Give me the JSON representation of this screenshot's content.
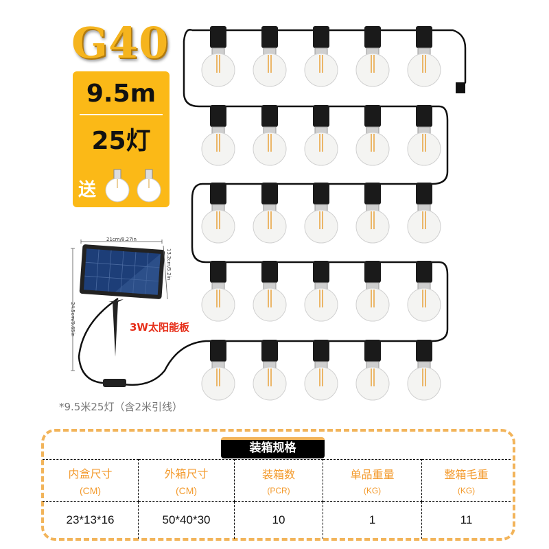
{
  "product": {
    "model": "G40",
    "length": "9.5m",
    "count": "25灯",
    "gift": "送"
  },
  "solar": {
    "label": "3W太阳能板",
    "width_dim": "21cm/8.27in",
    "height_dim": "13.2cm/5.2in",
    "total_dim": "24.5cm/9.65in"
  },
  "caption": "*9.5米25灯（含2米引线）",
  "packing": {
    "title": "装箱规格",
    "headers": [
      {
        "name": "内盒尺寸",
        "unit": "(CM)"
      },
      {
        "name": "外箱尺寸",
        "unit": "(CM)"
      },
      {
        "name": "装箱数",
        "unit": "(PCR)"
      },
      {
        "name": "单品重量",
        "unit": "(KG)"
      },
      {
        "name": "整箱毛重",
        "unit": "(KG)"
      }
    ],
    "values": [
      "23*13*16",
      "50*40*30",
      "10",
      "1",
      "11"
    ]
  },
  "colors": {
    "accent": "#fbb917",
    "border": "#f2b45a",
    "label_red": "#e62d18",
    "header_text": "#f39a2c"
  }
}
